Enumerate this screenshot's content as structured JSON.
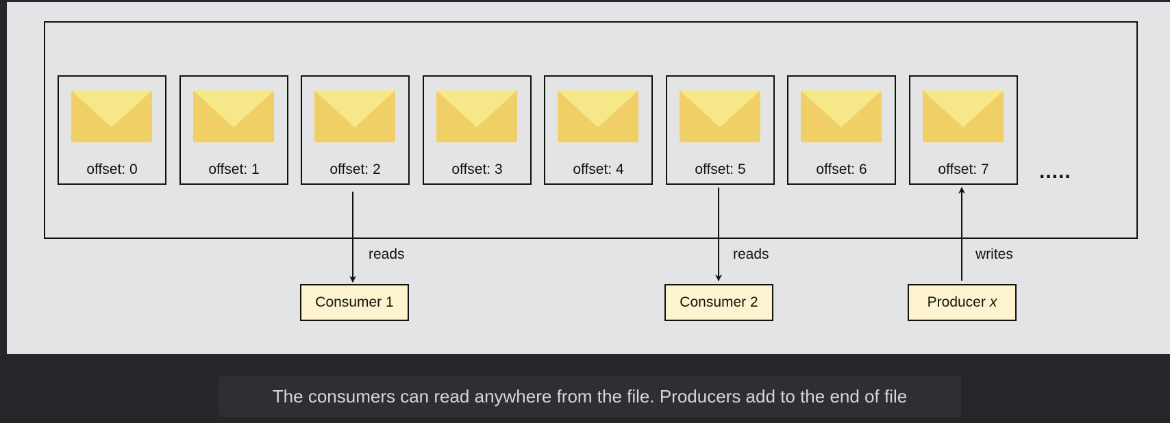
{
  "diagram": {
    "messages": [
      {
        "label": "offset: 0"
      },
      {
        "label": "offset: 1"
      },
      {
        "label": "offset: 2"
      },
      {
        "label": "offset: 3"
      },
      {
        "label": "offset: 4"
      },
      {
        "label": "offset: 5"
      },
      {
        "label": "offset: 6"
      },
      {
        "label": "offset: 7"
      }
    ],
    "ellipsis": ".....",
    "clients": [
      {
        "label": "Consumer 1",
        "suffix": "",
        "edge_label": "reads"
      },
      {
        "label": "Consumer 2",
        "suffix": "",
        "edge_label": "reads"
      },
      {
        "label": "Producer",
        "suffix": "x",
        "edge_label": "writes"
      }
    ],
    "colors": {
      "envelope_body": "#f0d066",
      "envelope_flap": "#f6e888",
      "client_fill": "#fdf4cf"
    }
  },
  "caption": "The consumers can read anywhere from the file. Producers add to the end of file"
}
